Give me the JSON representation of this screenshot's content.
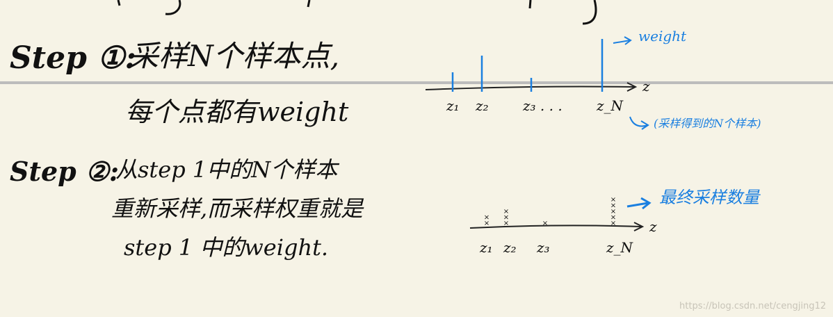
{
  "step1": {
    "label": "Step ①:",
    "line1": "采样N个样本点,",
    "line2": "每个点都有weight"
  },
  "step2": {
    "label": "Step ②:",
    "line1": "从step 1中的N个样本",
    "line2": "重新采样,而采样权重就是",
    "line3": "step 1 中的weight."
  },
  "diagram1": {
    "axis_label": "z",
    "ticks": [
      "z₁",
      "z₂",
      "z₃ . . .",
      "z_N"
    ],
    "weights": [
      0.3,
      0.6,
      0.2,
      0.9
    ],
    "annot_weight": "weight",
    "annot_samples": "(采样得到的N个样本)"
  },
  "diagram2": {
    "axis_label": "z",
    "ticks": [
      "z₁",
      "z₂",
      "z₃",
      "z_N"
    ],
    "counts": [
      2,
      3,
      1,
      5
    ],
    "annot_count": "最终采样数量"
  },
  "colors": {
    "ink": "#111111",
    "annot": "#1a7fe0",
    "paper": "#f6f3e6"
  },
  "watermark": "https://blog.csdn.net/cengjing12"
}
